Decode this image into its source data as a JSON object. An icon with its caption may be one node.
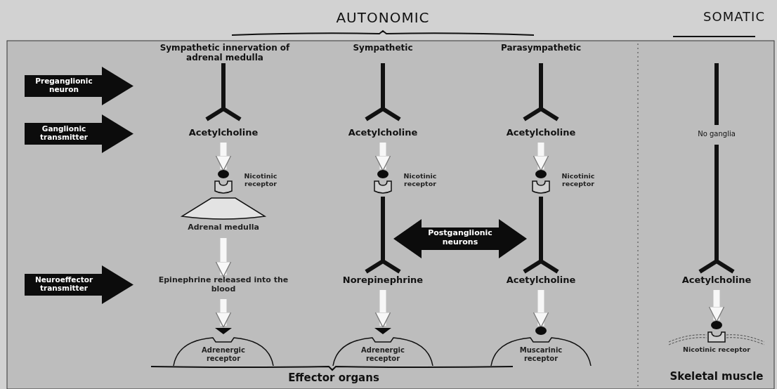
{
  "diagram": {
    "nodes": [
      {
        "text": [
          "Preganglionic neuron"
        ]
      },
      {
        "text": [
          "Ganglionic transmitter"
        ]
      },
      {
        "text": [
          "Neuroeffector transmitter"
        ]
      },
      {
        "text": [
          "Postganglionic neurons"
        ]
      },
      {
        "text": [
          "Acetylcholine"
        ]
      },
      {
        "text": [
          "Nicotinic receptor"
        ]
      },
      {
        "text": [
          "Adrenal medulla"
        ]
      },
      {
        "text": [
          "Epinephrine released into the blood"
        ]
      },
      {
        "text": [
          "Adrenergic receptor"
        ]
      },
      {
        "text": [
          "Acetylcholine"
        ]
      },
      {
        "text": [
          "Nicotinic receptor"
        ]
      },
      {
        "text": [
          "Norepinephrine"
        ]
      },
      {
        "text": [
          "Adrenergic receptor"
        ]
      },
      {
        "text": [
          "Acetylcholine"
        ]
      },
      {
        "text": [
          "Nicotinic receptor"
        ]
      },
      {
        "text": [
          "Acetylcholine"
        ]
      },
      {
        "text": [
          "Muscarinic receptor"
        ]
      },
      {
        "text": [
          "Acetylcholine"
        ]
      },
      {
        "text": [
          "Nicotinic receptor"
        ]
      }
    ],
    "edges": [
      {
        "from": 4,
        "to": 5,
        "arrow": "to"
      },
      {
        "from": 6,
        "to": 7,
        "arrow": "to"
      },
      {
        "from": 7,
        "to": 8,
        "arrow": "to"
      },
      {
        "from": 9,
        "to": 10,
        "arrow": "to"
      },
      {
        "from": 11,
        "to": 12,
        "arrow": "to"
      },
      {
        "from": 13,
        "to": 14,
        "arrow": "to"
      },
      {
        "from": 15,
        "to": 16,
        "arrow": "to"
      },
      {
        "from": 17,
        "to": 18,
        "arrow": "to"
      }
    ],
    "labels": [
      "AUTONOMIC",
      "SOMATIC",
      "Sympathetic innervation of adrenal medulla",
      "Sympathetic",
      "Parasympathetic",
      "No ganglia",
      "Effector organs",
      "Skeletal muscle"
    ]
  }
}
